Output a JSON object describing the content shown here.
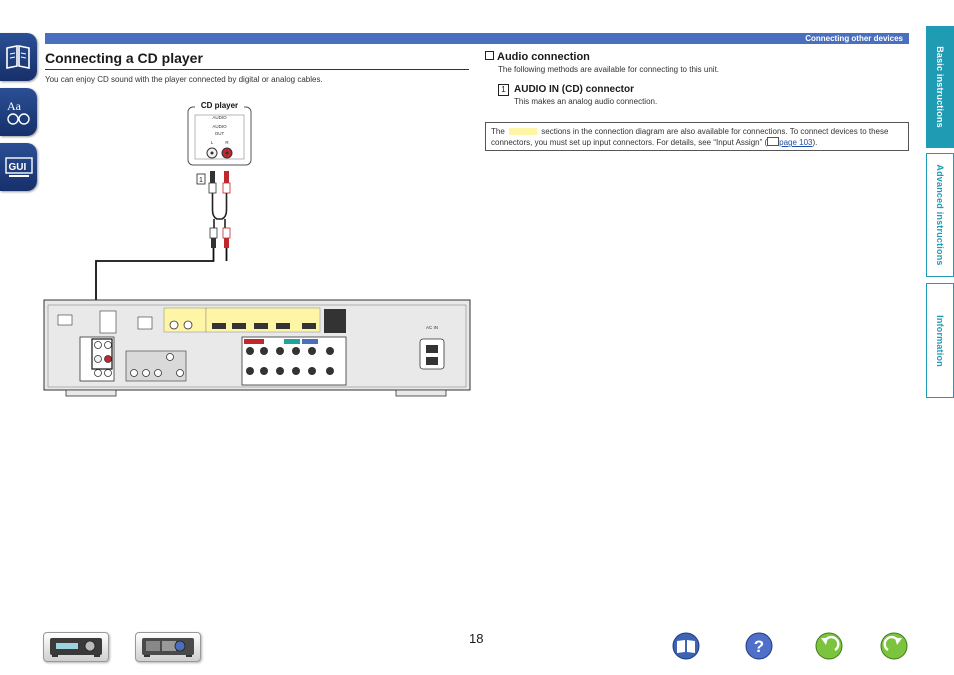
{
  "header": {
    "section_label": "Connecting other devices"
  },
  "left_tabs": [
    {
      "name": "contents-icon"
    },
    {
      "name": "index-icon"
    },
    {
      "name": "gui-icon",
      "label": "GUI"
    }
  ],
  "right_tabs": [
    {
      "label": "Basic instructions",
      "active": true
    },
    {
      "label": "Advanced instructions",
      "active": false
    },
    {
      "label": "Information",
      "active": false
    }
  ],
  "main": {
    "title": "Connecting a CD player",
    "intro": "You can enjoy CD sound with the player connected by digital or analog cables."
  },
  "diagram": {
    "device_label": "CD player",
    "audio_label": "AUDIO",
    "audio_out_label": "AUDIO",
    "out_label": "OUT",
    "left_label": "L",
    "right_label": "R",
    "cable_number": "1",
    "ac_in_label": "AC IN",
    "colors": {
      "white_plug": "#f2f2f2",
      "red_plug": "#c0282d",
      "panel": "#e9e9e9",
      "yellow_zone": "#fff5a6"
    }
  },
  "audio_connection": {
    "heading": "Audio connection",
    "subtitle": "The following methods are available for connecting to this unit.",
    "number": "1",
    "connector_heading": "AUDIO IN (CD) connector",
    "connector_desc": "This makes an analog audio connection."
  },
  "note": {
    "text_before": "The",
    "text_after": "sections in the connection diagram are also available for connections. To connect devices to these connectors, you must set up input connectors. For details, see “Input Assign” (",
    "link": "page 103",
    "text_end": ")."
  },
  "footer": {
    "page_number": "18",
    "buttons": [
      "front-panel-button",
      "remote-control-button",
      "book-icon",
      "help-icon",
      "back-icon",
      "forward-icon"
    ]
  }
}
